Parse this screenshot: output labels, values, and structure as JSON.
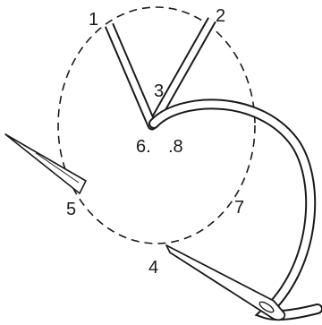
{
  "diagram": {
    "labels": {
      "p1": "1",
      "p2": "2",
      "p3": "3",
      "p4": "4",
      "p5": "5",
      "p6": "6.",
      "p7": "7",
      "p8": ".8"
    },
    "colors": {
      "stroke": "#1a1a1a",
      "thread_fill": "#ffffff",
      "needle_fill": "#ffffff",
      "background": "#ffffff"
    },
    "icons": {
      "needle_left": "needle-icon",
      "needle_bottom": "needle-icon"
    }
  }
}
